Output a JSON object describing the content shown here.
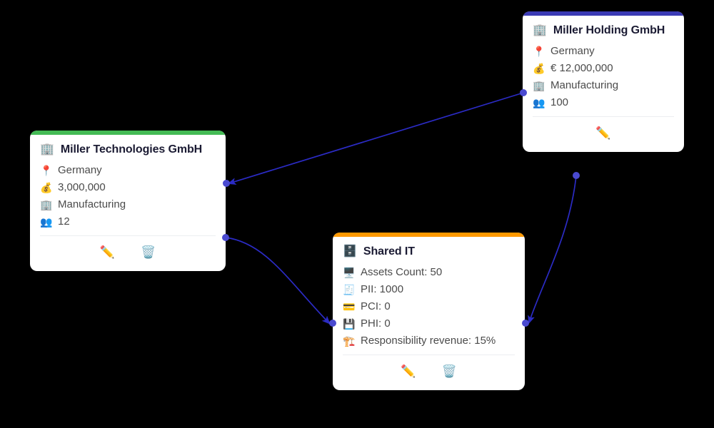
{
  "canvas": {
    "background": "#000000",
    "edge_color": "#2b2bc4",
    "handle_color": "#4a4ad0"
  },
  "nodes": [
    {
      "id": "miller-technologies",
      "title": "Miller Technologies GmbH",
      "title_icon": "office-building-icon",
      "title_glyph": "🏢",
      "accent_color": "#44bb55",
      "fields": [
        {
          "icon": "map-pin-icon",
          "glyph": "📍",
          "text": "Germany"
        },
        {
          "icon": "money-bag-icon",
          "glyph": "💰",
          "text": "3,000,000"
        },
        {
          "icon": "office-building-icon",
          "glyph": "🏢",
          "text": "Manufacturing"
        },
        {
          "icon": "people-icon",
          "glyph": "👥",
          "text": "12"
        }
      ],
      "actions": [
        {
          "name": "edit-button",
          "glyph": "✏️",
          "label": "Edit"
        },
        {
          "name": "delete-button",
          "glyph": "🗑️",
          "label": "Delete"
        }
      ]
    },
    {
      "id": "miller-holding",
      "title": "Miller Holding GmbH",
      "title_icon": "office-building-icon",
      "title_glyph": "🏢",
      "accent_color": "#3b3bb5",
      "fields": [
        {
          "icon": "map-pin-icon",
          "glyph": "📍",
          "text": "Germany"
        },
        {
          "icon": "money-bag-icon",
          "glyph": "💰",
          "text": "€ 12,000,000"
        },
        {
          "icon": "office-building-icon",
          "glyph": "🏢",
          "text": "Manufacturing"
        },
        {
          "icon": "people-icon",
          "glyph": "👥",
          "text": "100"
        }
      ],
      "actions": [
        {
          "name": "edit-button",
          "glyph": "✏️",
          "label": "Edit"
        }
      ]
    },
    {
      "id": "shared-it",
      "title": "Shared IT",
      "title_icon": "server-icon",
      "title_glyph": "🗄️",
      "accent_color": "#ff9900",
      "fields": [
        {
          "icon": "desktop-computer-icon",
          "glyph": "🖥️",
          "text": "Assets Count: 50"
        },
        {
          "icon": "receipt-icon",
          "glyph": "🧾",
          "text": "PII: 1000"
        },
        {
          "icon": "credit-card-icon",
          "glyph": "💳",
          "text": "PCI: 0"
        },
        {
          "icon": "floppy-disk-icon",
          "glyph": "💾",
          "text": "PHI: 0"
        },
        {
          "icon": "building-construction-icon",
          "glyph": "🏗️",
          "text": "Responsibility revenue: 15%"
        }
      ],
      "actions": [
        {
          "name": "edit-button",
          "glyph": "✏️",
          "label": "Edit"
        },
        {
          "name": "delete-button",
          "glyph": "🗑️",
          "label": "Delete"
        }
      ]
    }
  ],
  "edges": [
    {
      "id": "holding-to-technologies",
      "from": "miller-holding",
      "to": "miller-technologies",
      "shape": "straight"
    },
    {
      "id": "technologies-to-shared-it",
      "from": "miller-technologies",
      "to": "shared-it",
      "shape": "curved"
    },
    {
      "id": "holding-to-shared-it",
      "from": "miller-holding",
      "to": "shared-it",
      "shape": "curved"
    }
  ]
}
